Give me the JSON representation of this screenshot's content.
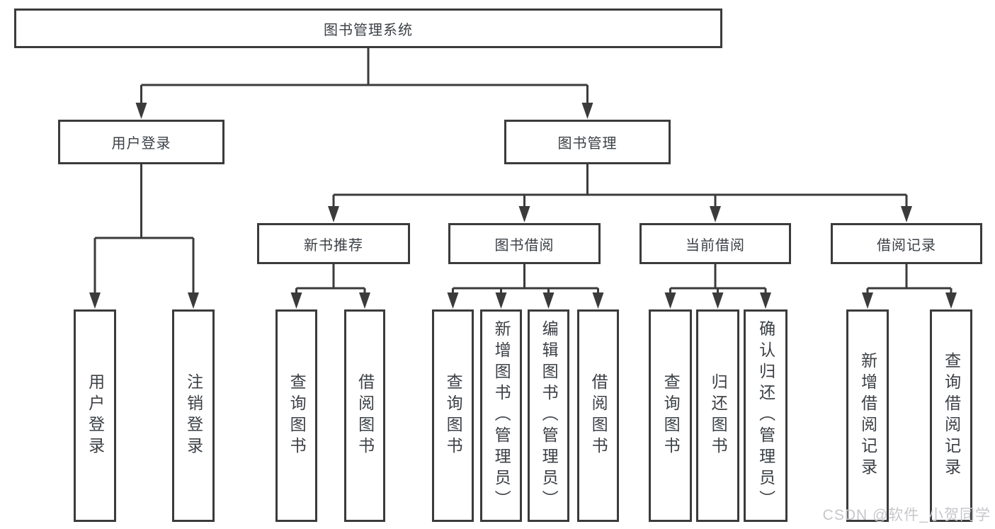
{
  "diagram": {
    "root": {
      "label": "图书管理系统"
    },
    "branches": [
      {
        "label": "用户登录",
        "children": [
          {
            "label": "用户登录"
          },
          {
            "label": "注销登录"
          }
        ]
      },
      {
        "label": "图书管理",
        "children": [
          {
            "label": "新书推荐",
            "children": [
              {
                "label": "查询图书"
              },
              {
                "label": "借阅图书"
              }
            ]
          },
          {
            "label": "图书借阅",
            "children": [
              {
                "label": "查询图书"
              },
              {
                "label": "新增图书（管理员）"
              },
              {
                "label": "编辑图书（管理员）"
              },
              {
                "label": "借阅图书"
              }
            ]
          },
          {
            "label": "当前借阅",
            "children": [
              {
                "label": "查询图书"
              },
              {
                "label": "归还图书"
              },
              {
                "label": "确认归还（管理员）"
              }
            ]
          },
          {
            "label": "借阅记录",
            "children": [
              {
                "label": "新增借阅记录"
              },
              {
                "label": "查询借阅记录"
              }
            ]
          }
        ]
      }
    ],
    "line_color": "#3b3b3b",
    "text_color": "#3c4045"
  },
  "watermark": {
    "text": "CSDN @软件_小贺同学"
  }
}
